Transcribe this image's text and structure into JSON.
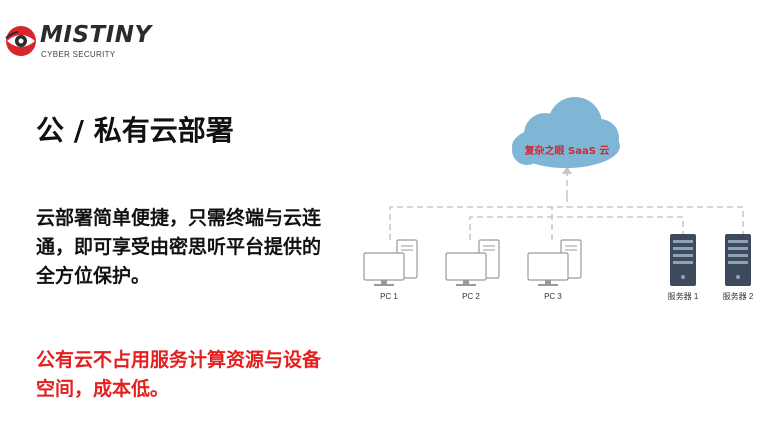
{
  "logo": {
    "name": "MISTINY",
    "subtitle": "CYBER SECURITY",
    "brand_color": "#d7262c"
  },
  "slide": {
    "title": "公 / 私有云部署",
    "description": "云部署简单便捷，只需终端与云连通，即可享受由密思听平台提供的全方位保护。",
    "highlight": "公有云不占用服务计算资源与设备空间，成本低。",
    "highlight_color": "#e41f1f"
  },
  "diagram": {
    "cloud_label": "复杂之眼 SaaS 云",
    "cloud_color": "#7fb6d6",
    "connector_style": "dashed",
    "nodes": [
      {
        "label": "PC 1",
        "icon": "pc-icon"
      },
      {
        "label": "PC 2",
        "icon": "pc-icon"
      },
      {
        "label": "PC 3",
        "icon": "pc-icon"
      },
      {
        "label": "服务器 1",
        "icon": "server-icon"
      },
      {
        "label": "服务器 2",
        "icon": "server-icon"
      }
    ]
  }
}
